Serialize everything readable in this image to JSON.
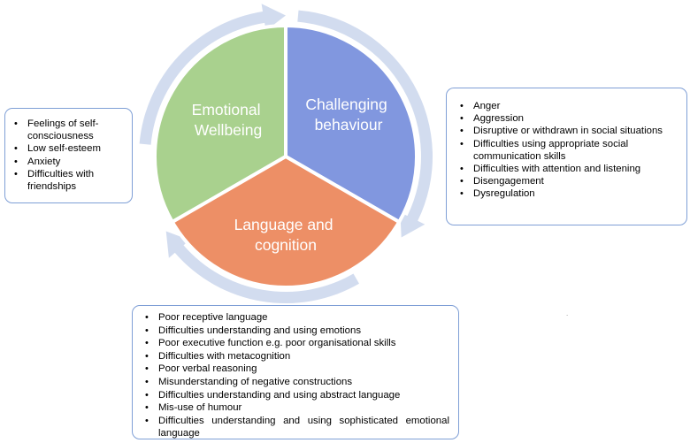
{
  "segments": [
    {
      "label_lines": [
        "Emotional",
        "Wellbeing"
      ]
    },
    {
      "label_lines": [
        "Challenging",
        "behaviour"
      ]
    },
    {
      "label_lines": [
        "Language and",
        "cognition"
      ]
    }
  ],
  "colors": {
    "emotional": "#a9d18e",
    "challenging": "#8197df",
    "language": "#ed8f66",
    "arrow": "#d2dcef",
    "box_border": "#7f9fd6"
  },
  "emotional_wellbeing_items": [
    "Feelings of self-consciousness",
    "Low self-esteem",
    "Anxiety",
    "Difficulties with friendships"
  ],
  "challenging_behaviour_items": [
    "Anger",
    "Aggression",
    "Disruptive or withdrawn in social situations",
    "Difficulties using appropriate social communication skills",
    "Difficulties with attention and listening",
    "Disengagement",
    "Dysregulation"
  ],
  "language_cognition_items": [
    "Poor receptive language",
    "Difficulties understanding and using emotions",
    "Poor executive function e.g. poor organisational skills",
    "Difficulties with metacognition",
    "Poor verbal reasoning",
    "Misunderstanding of negative constructions",
    "Difficulties understanding and using abstract language",
    "Mis-use of humour",
    "Difficulties understanding and using sophisticated emotional language"
  ]
}
